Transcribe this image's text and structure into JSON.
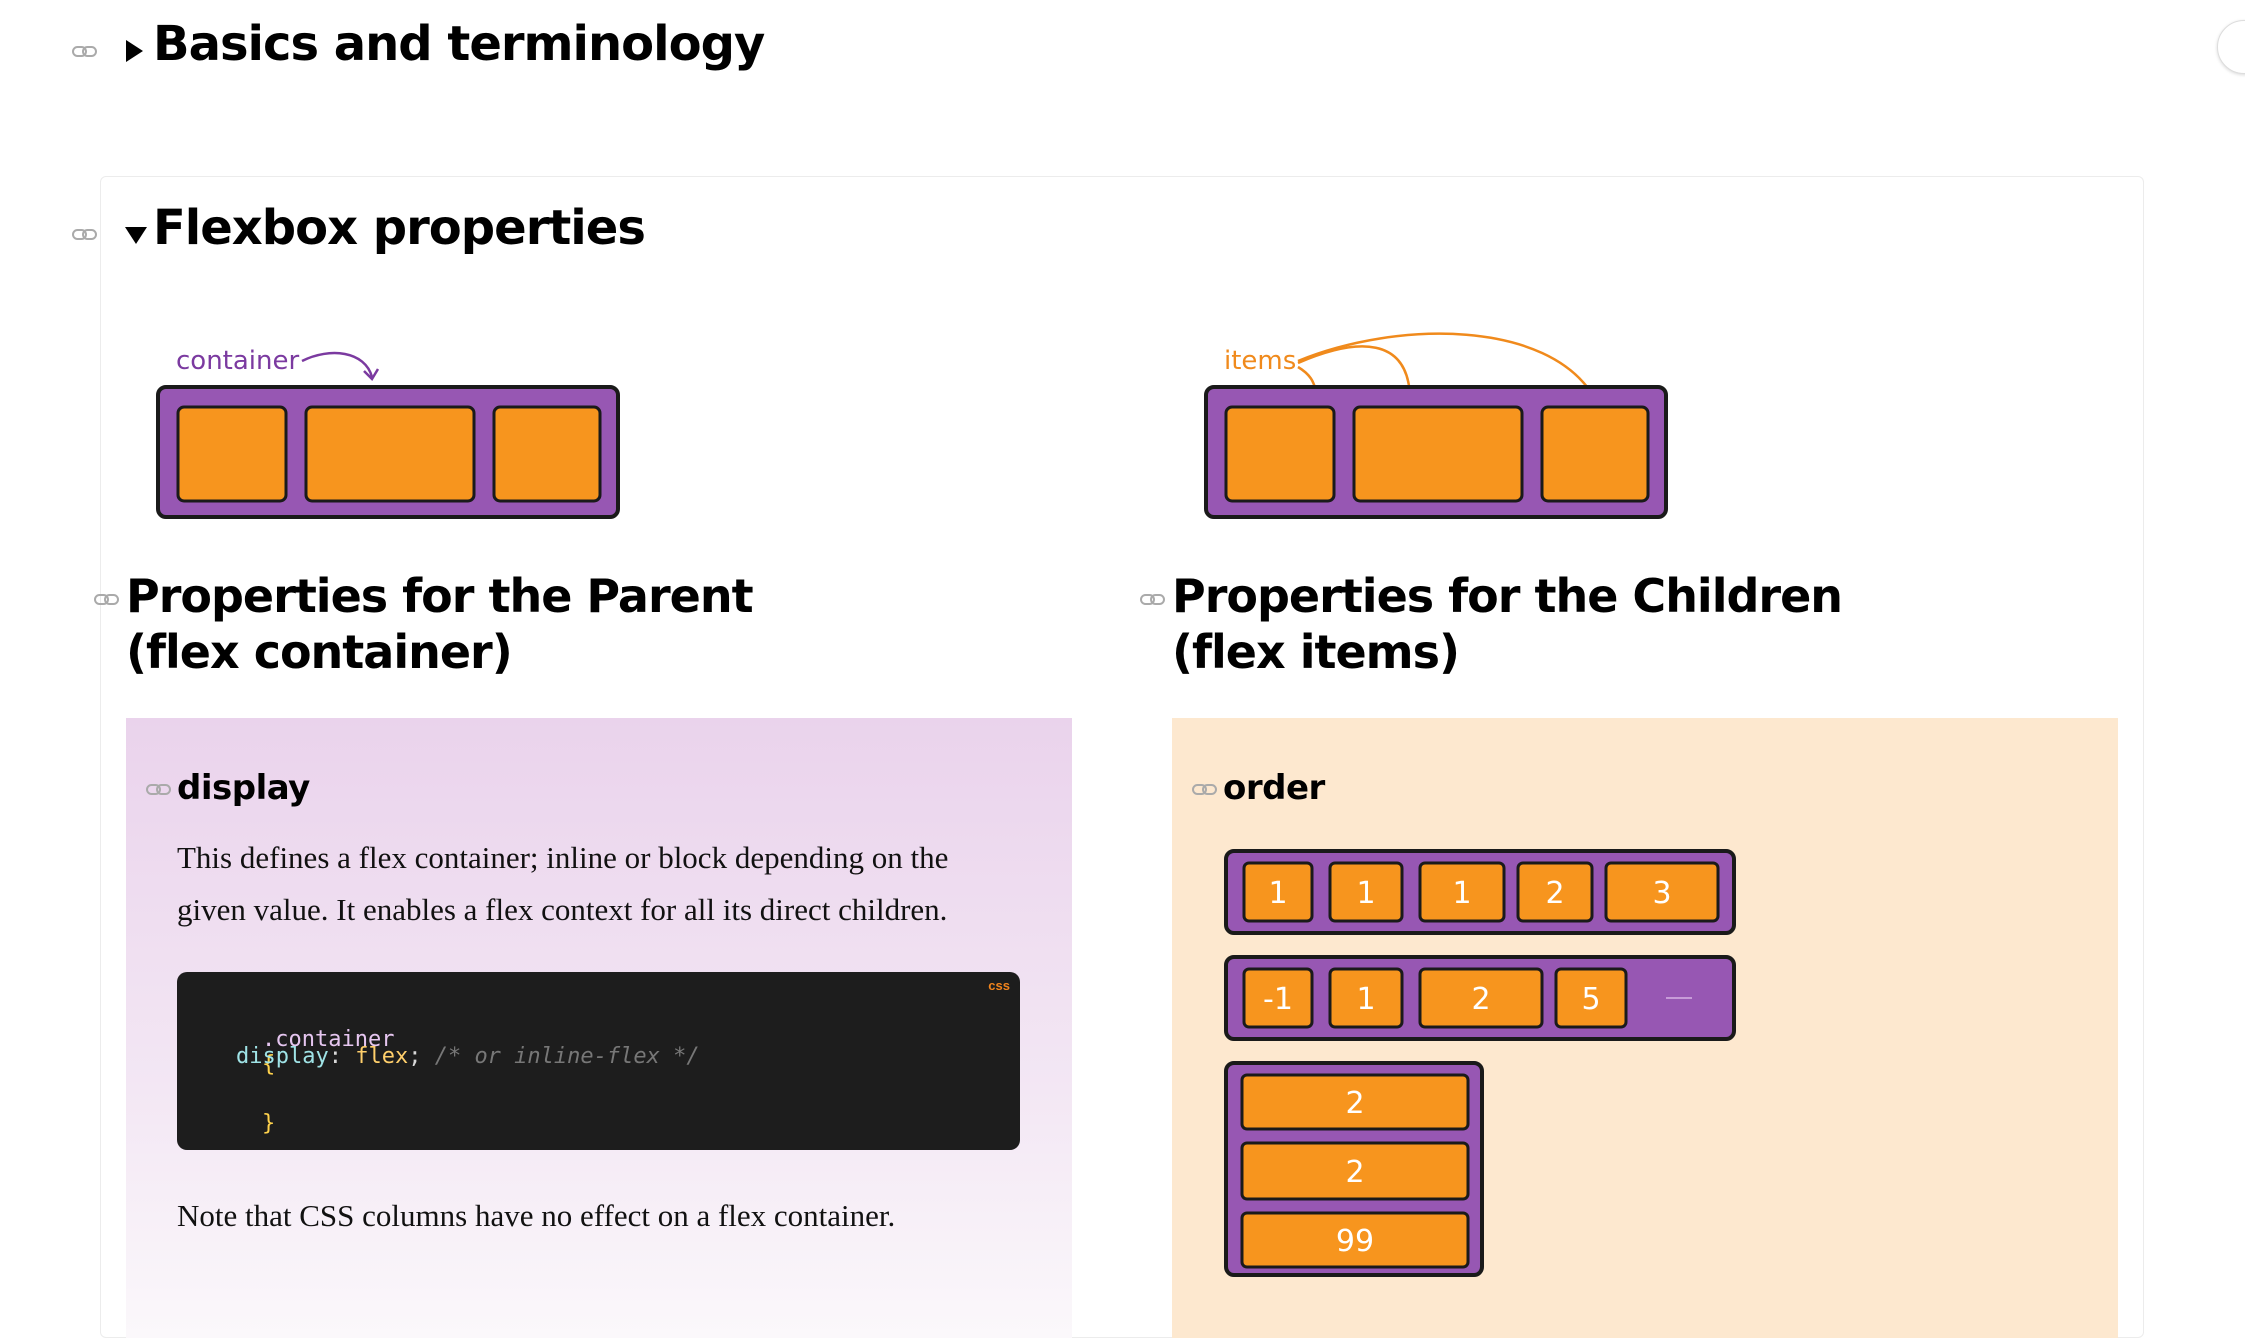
{
  "sections": {
    "basics_title": "Basics and terminology",
    "flexbox_title": "Flexbox properties"
  },
  "illustrations": {
    "container_label": "container",
    "items_label": "items"
  },
  "parent": {
    "title_line1": "Properties for the Parent",
    "title_line2": "(flex container)",
    "display": {
      "title": "display",
      "para_line1": "This defines a flex container; inline or block depending on the",
      "para_line2": "given value. It enables a flex context for all its direct children.",
      "code_lang": "css",
      "code_selector": ".container",
      "code_open": "{",
      "code_prop": "display",
      "code_colon": ":",
      "code_value": "flex",
      "code_semi": ";",
      "code_comment": "/* or inline-flex */",
      "code_close": "}",
      "note": "Note that CSS columns have no effect on a flex container."
    }
  },
  "children": {
    "title_line1": "Properties for the Children",
    "title_line2": "(flex items)",
    "order": {
      "title": "order",
      "row1": [
        "1",
        "1",
        "1",
        "2",
        "3"
      ],
      "row2": [
        "-1",
        "1",
        "2",
        "5"
      ],
      "column": [
        "2",
        "2",
        "99"
      ]
    }
  },
  "colors": {
    "purple": "#9757b3",
    "purple_dark": "#6b2d86",
    "orange": "#f7951e",
    "orange_light": "#fbb552",
    "label_purple": "#7b3aa0",
    "label_orange": "#f08a1c"
  },
  "icons": [
    "link-icon",
    "triangle-right-icon",
    "triangle-down-icon",
    "curved-arrow-icon"
  ]
}
